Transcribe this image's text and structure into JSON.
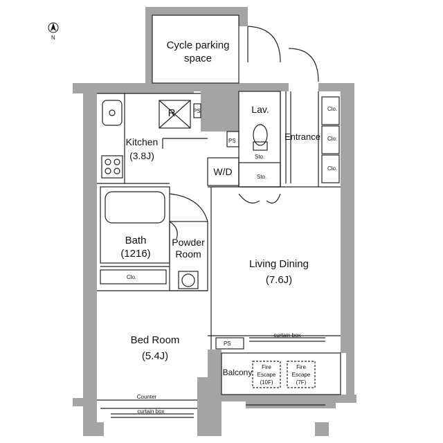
{
  "compass": {
    "north_label": "N",
    "icon": "north-arrow-icon"
  },
  "rooms": {
    "cycle_parking_line1": "Cycle parking",
    "cycle_parking_line2": "space",
    "kitchen_name": "Kitchen",
    "kitchen_size": "(3.8J)",
    "refrigerator": "R",
    "lav": "Lav.",
    "entrance": "Entrance",
    "wd": "W/D",
    "bath_name": "Bath",
    "bath_size": "(1216)",
    "powder_line1": "Powder",
    "powder_line2": "Room",
    "living_name": "Living Dining",
    "living_size": "(7.6J)",
    "bedroom_name": "Bed Room",
    "bedroom_size": "(5.4J)",
    "balcony": "Balcony",
    "fire_escape_10f_line1": "Fire",
    "fire_escape_10f_line2": "Escape",
    "fire_escape_10f_line3": "(10F)",
    "fire_escape_7f_line1": "Fire",
    "fire_escape_7f_line2": "Escape",
    "fire_escape_7f_line3": "(7F)"
  },
  "labels": {
    "ps_kitchen": "PS",
    "ps_toilet": "PS",
    "ps_living": "PS",
    "sto_toilet": "Sto.",
    "sto_wd": "Sto.",
    "clo_entrance_1": "Clo.",
    "clo_entrance_2": "Clo.",
    "clo_entrance_3": "Clo.",
    "clo_bath": "Clo.",
    "curtain_box_living": "curtain box",
    "curtain_box_bedroom": "curtain box",
    "counter": "Counter"
  }
}
